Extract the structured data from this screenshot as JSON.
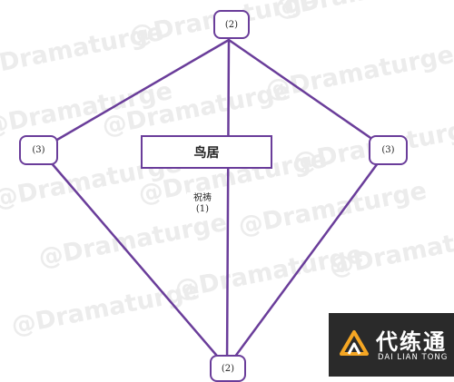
{
  "watermark": "@Dramaturge",
  "nodes": {
    "top": "(2)",
    "left": "(3)",
    "right": "(3)",
    "bottom": "(2)"
  },
  "center_label": "鸟居",
  "inner_label": {
    "name": "祝祷",
    "count": "(1)"
  },
  "badge": {
    "title": "代练通",
    "subtitle": "DAI LIAN TONG"
  },
  "colors": {
    "line": "#6a3d9a",
    "badge_bg": "#2a2a2a",
    "badge_accent": "#f5a623"
  }
}
